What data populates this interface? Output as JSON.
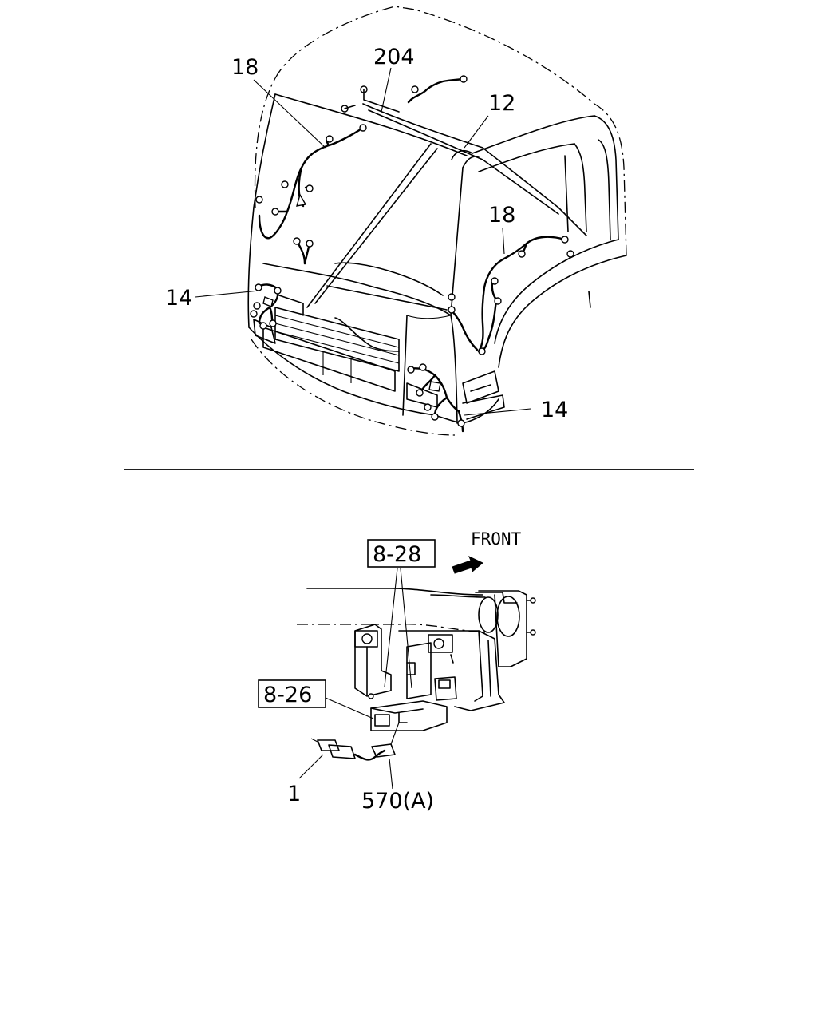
{
  "cab_diagram": {
    "callouts": {
      "c18_left": "18",
      "c204": "204",
      "c12": "12",
      "c18_right": "18",
      "c14_left": "14",
      "c14_right": "14"
    }
  },
  "detail_diagram": {
    "front_label": "FRONT",
    "ref_8_28": "8-28",
    "ref_8_26": "8-26",
    "part_1": "1",
    "part_570A": "570(A)"
  }
}
